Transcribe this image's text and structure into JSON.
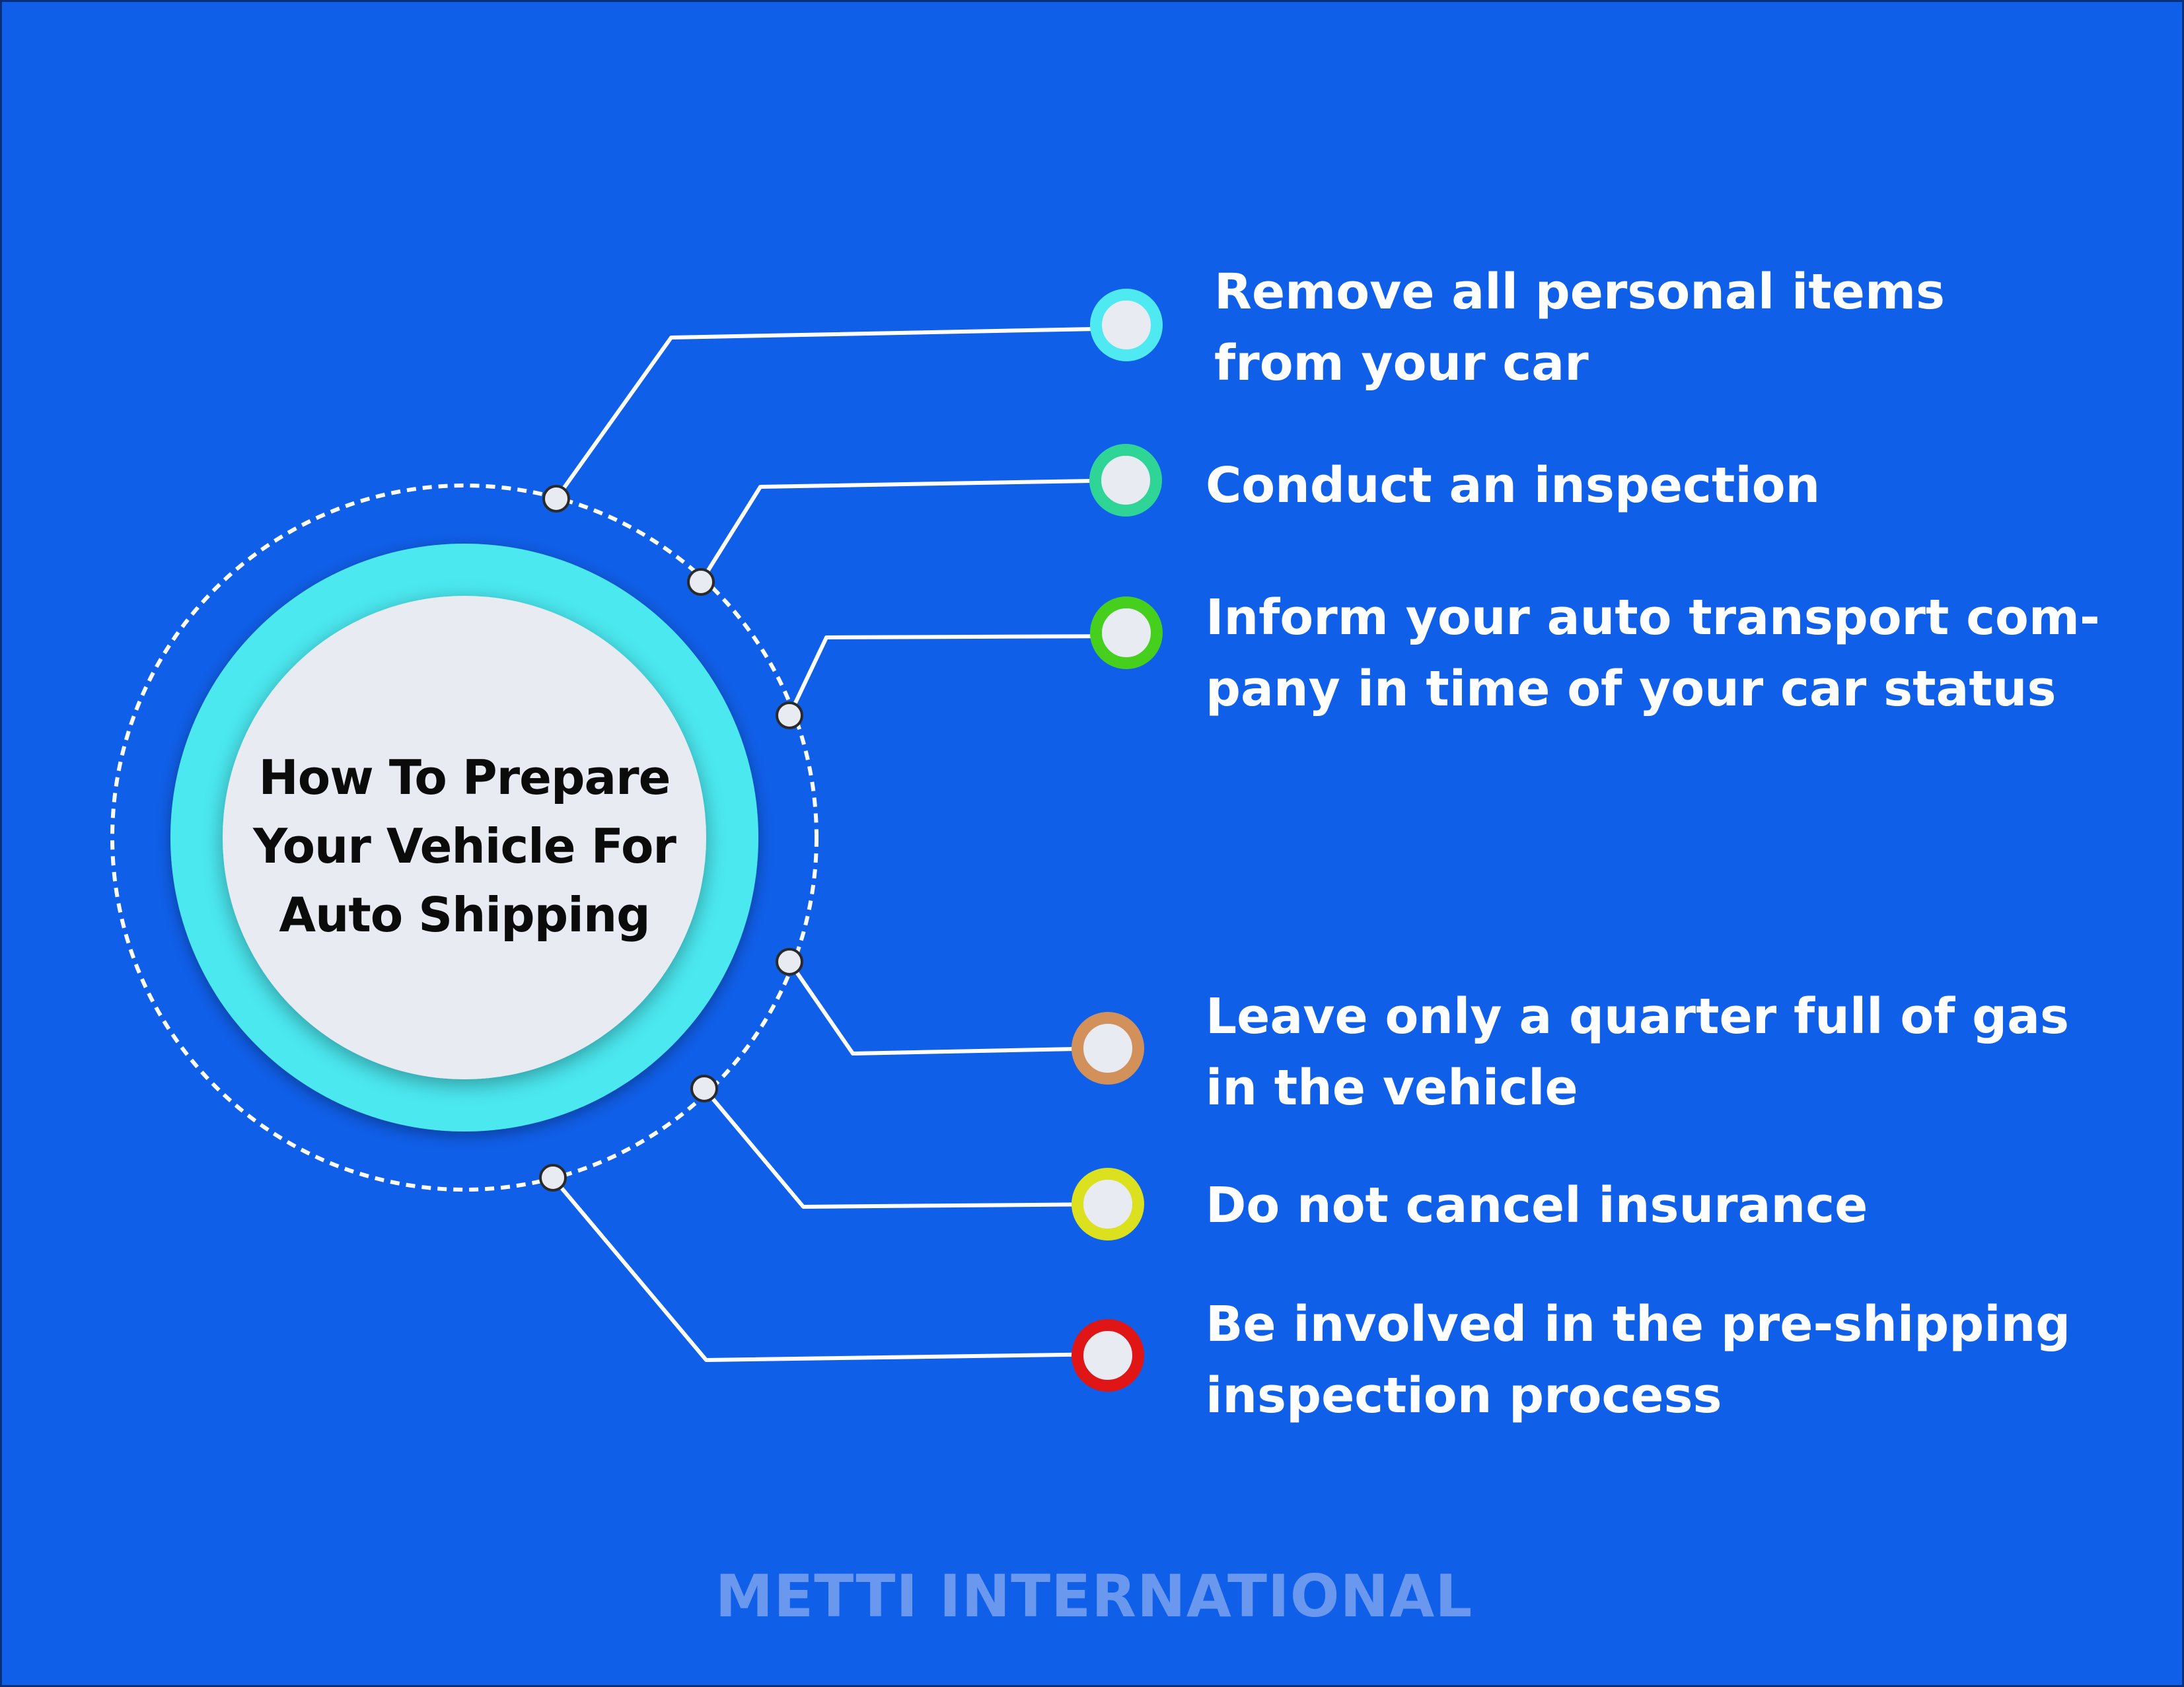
{
  "title_lines": [
    "How To Prepare",
    "Your Vehicle For",
    "Auto Shipping"
  ],
  "items": [
    {
      "lines": [
        "Remove all personal items",
        "from your car"
      ],
      "color": "#4fe9f2"
    },
    {
      "lines": [
        "Conduct an inspection"
      ],
      "color": "#2fd597"
    },
    {
      "lines": [
        "Inform your auto transport com-",
        "pany in time of your car status"
      ],
      "color": "#46cf1d"
    },
    {
      "lines": [
        "Leave only a quarter full of gas",
        "in the vehicle"
      ],
      "color": "#d2915a"
    },
    {
      "lines": [
        "Do not cancel insurance"
      ],
      "color": "#dbe11f"
    },
    {
      "lines": [
        "Be involved in the pre-shipping",
        "inspection process"
      ],
      "color": "#e01616"
    }
  ],
  "footer": "METTI INTERNATIONAL",
  "colors": {
    "background": "#105fe9",
    "outer_ring": "#4be8f0",
    "inner_disc": "#e9ebf3",
    "connector": "#ffffff"
  }
}
